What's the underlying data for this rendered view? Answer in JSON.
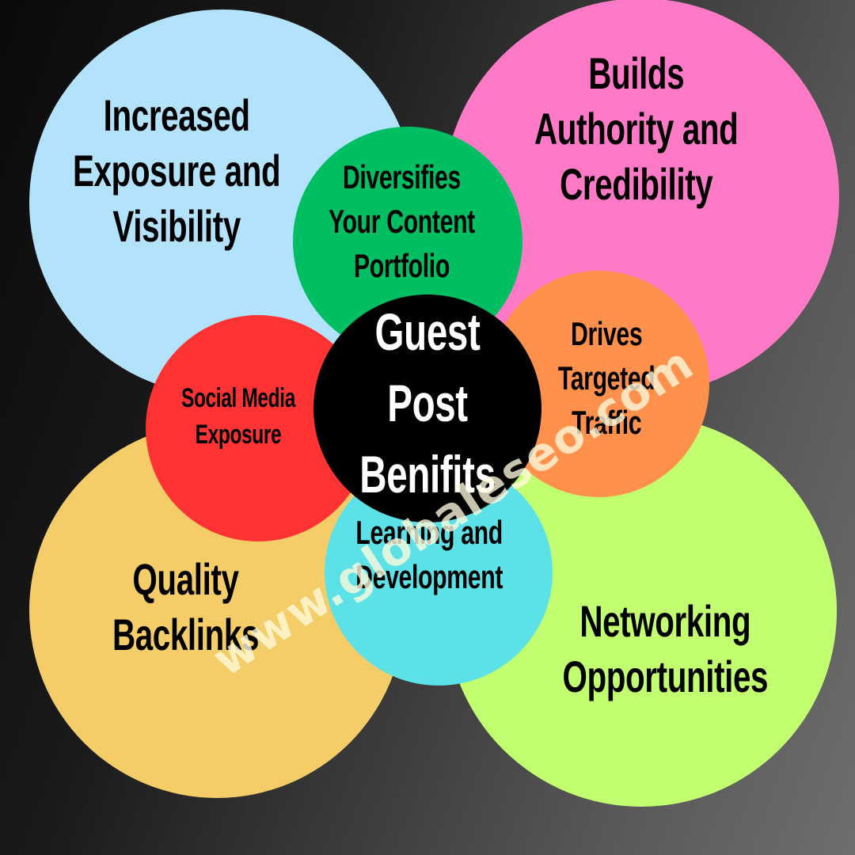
{
  "title": "Guest Post Benifits",
  "colors": {
    "background_left": "#0a0a0a",
    "background_right": "#6e6e6e",
    "center": "#000000",
    "light_blue": "#b3e2fc",
    "pink": "#ff7ac6",
    "yellow": "#f4cd68",
    "lime": "#c2ff70",
    "green": "#00bf63",
    "red": "#ff3333",
    "orange": "#ff914d",
    "cyan": "#5ce1e6"
  },
  "center": {
    "label": "Guest Post\nBenifits"
  },
  "outer_circles": [
    {
      "id": "increased-exposure",
      "label": "Increased\nExposure and\nVisibility",
      "color": "#b3e2fc"
    },
    {
      "id": "builds-authority",
      "label": "Builds\nAuthority and\nCredibility",
      "color": "#ff7ac6"
    },
    {
      "id": "quality-backlinks",
      "label": "Quality\nBacklinks",
      "color": "#f4cd68"
    },
    {
      "id": "networking",
      "label": "Networking\nOpportunities",
      "color": "#c2ff70"
    }
  ],
  "inner_circles": [
    {
      "id": "diversifies-content",
      "label": "Diversifies\nYour Content\nPortfolio",
      "color": "#00bf63"
    },
    {
      "id": "social-media",
      "label": "Social Media\nExposure",
      "color": "#ff3333"
    },
    {
      "id": "targeted-traffic",
      "label": "Drives\nTargeted\nTraffic",
      "color": "#ff914d"
    },
    {
      "id": "learning",
      "label": "Learning and\nDevelopment",
      "color": "#5ce1e6"
    }
  ],
  "watermark": "www.globaleseo.com"
}
